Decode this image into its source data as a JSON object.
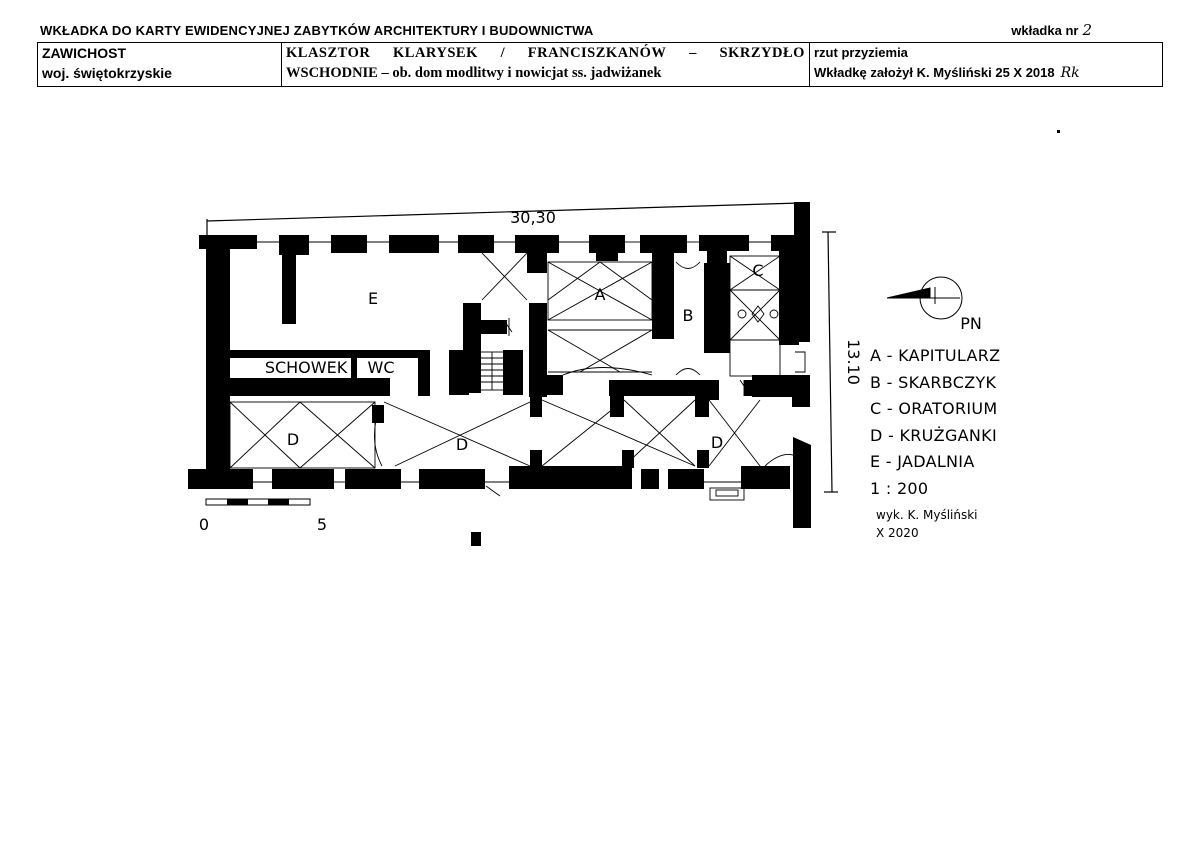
{
  "header": {
    "doc_title": "WKŁADKA DO KARTY EWIDENCYJNEJ ZABYTKÓW ARCHITEKTURY I BUDOWNICTWA",
    "sheet_label": "wkładka nr",
    "sheet_number": "2",
    "location": "ZAWICHOST",
    "region": "woj. świętokrzyskie",
    "object_words_line1": [
      "KLASZTOR",
      "KLARYSEK",
      "/",
      "FRANCISZKANÓW",
      "–",
      "SKRZYDŁO"
    ],
    "object_line2": "WSCHODNIE – ob. dom modlitwy i nowicjat ss. jadwiżanek",
    "drawing_type": "rzut przyziemia",
    "insert_author": "Wkładkę założył K. Myśliński 25 X 2018",
    "signature": "Rk"
  },
  "plan": {
    "dim_length": "30,30",
    "dim_width": "13.10",
    "north_label": "PN",
    "scale_start": "0",
    "scale_end": "5",
    "rooms": {
      "kapitularz": "A",
      "skarbczyk": "B",
      "oratorium": "C",
      "krużganki_west": "D",
      "krużganki_center": "D",
      "krużganki_east": "D",
      "jadalnia": "E",
      "schowek": "SCHOWEK",
      "wc": "WC"
    }
  },
  "legend": {
    "items": [
      "A - KAPITULARZ",
      "B - SKARBCZYK",
      "C - ORATORIUM",
      "D - KRUŻGANKI",
      "E - JADALNIA"
    ],
    "scale": "1 : 200",
    "author_line1": "wyk. K. Myśliński",
    "author_line2": "X 2020"
  }
}
